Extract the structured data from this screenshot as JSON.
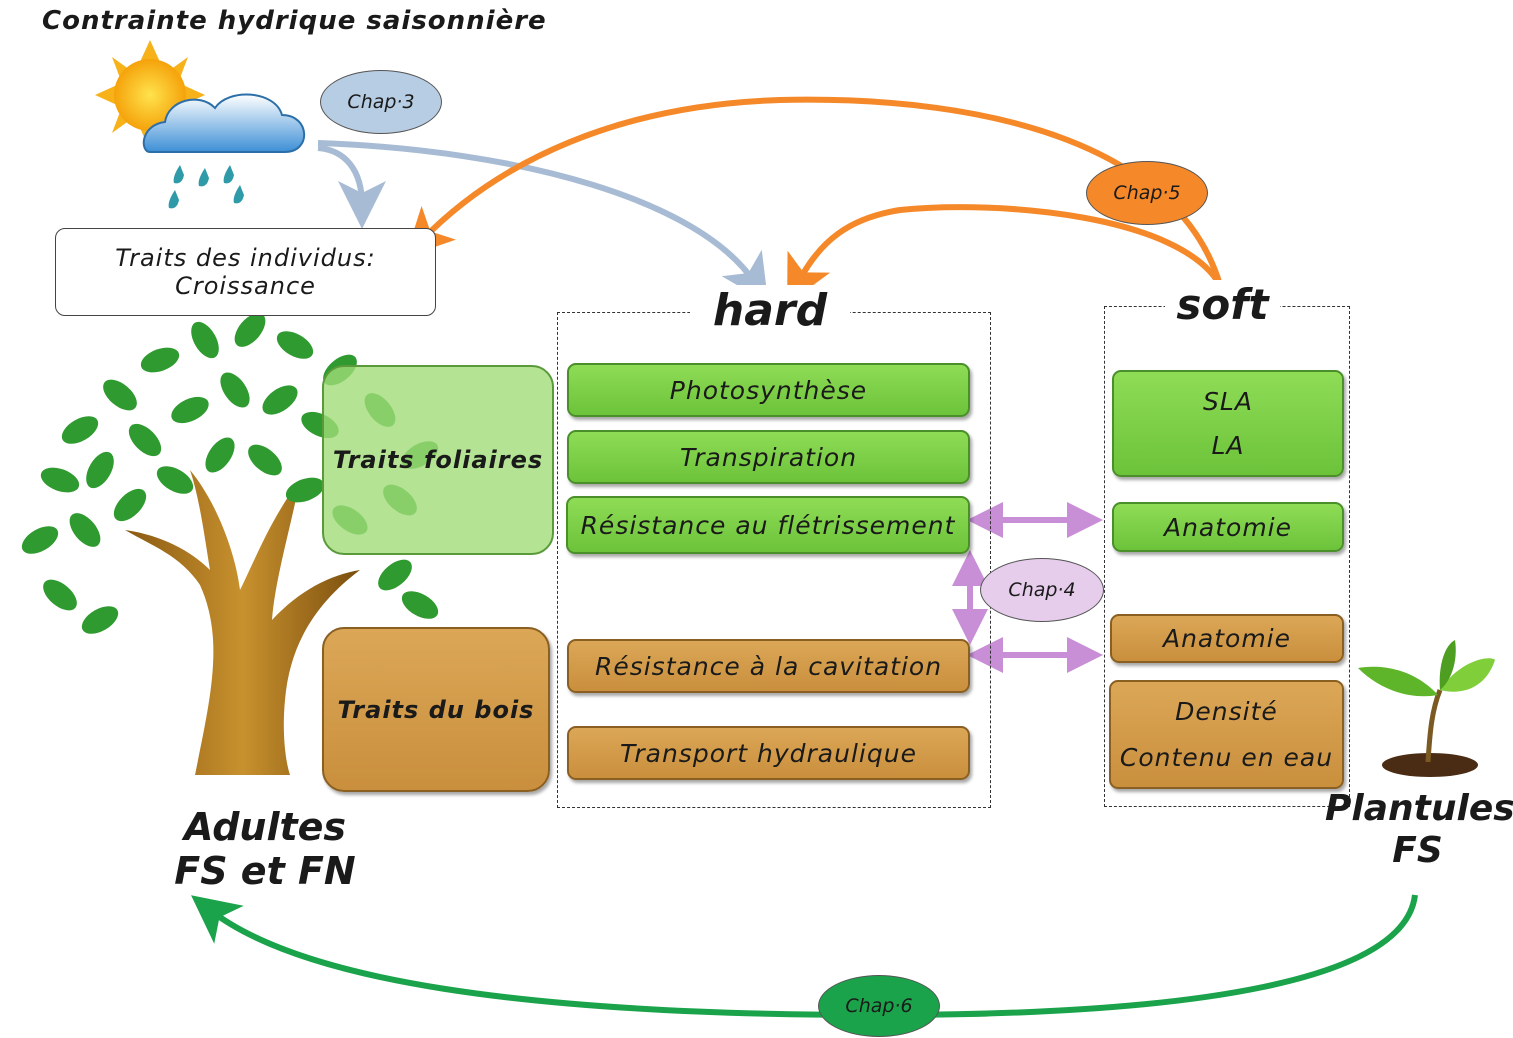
{
  "title": "Contrainte hydrique saisonnière",
  "traits_individus": {
    "line1": "Traits des individus:",
    "line2": "Croissance"
  },
  "hard": {
    "label": "hard",
    "boxes": [
      "Photosynthèse",
      "Transpiration",
      "Résistance au flétrissement",
      "Résistance à la cavitation",
      "Transport hydraulique"
    ]
  },
  "soft": {
    "label": "soft",
    "boxes": {
      "sla": "SLA",
      "la": "LA",
      "anatomie_leaf": "Anatomie",
      "anatomie_wood": "Anatomie",
      "densite": "Densité",
      "contenu": "Contenu en eau"
    }
  },
  "traits_foliaires": "Traits foliaires",
  "traits_bois": "Traits du bois",
  "adultes": {
    "line1": "Adultes",
    "line2": "FS et FN"
  },
  "plantules": {
    "line1": "Plantules",
    "line2": "FS"
  },
  "chapters": {
    "chap3": "Chap·3",
    "chap4": "Chap·4",
    "chap5": "Chap·5",
    "chap6": "Chap·6"
  },
  "colors": {
    "leaf_green": "#6cc33a",
    "wood_brown": "#c98f3d",
    "arrow_orange": "#f5892a",
    "arrow_blue": "#a7bcd4",
    "arrow_green": "#1aa34a",
    "arrow_pink": "#c88ed6"
  },
  "icons": [
    "sun-cloud-rain-icon",
    "tree-icon",
    "seedling-icon"
  ]
}
